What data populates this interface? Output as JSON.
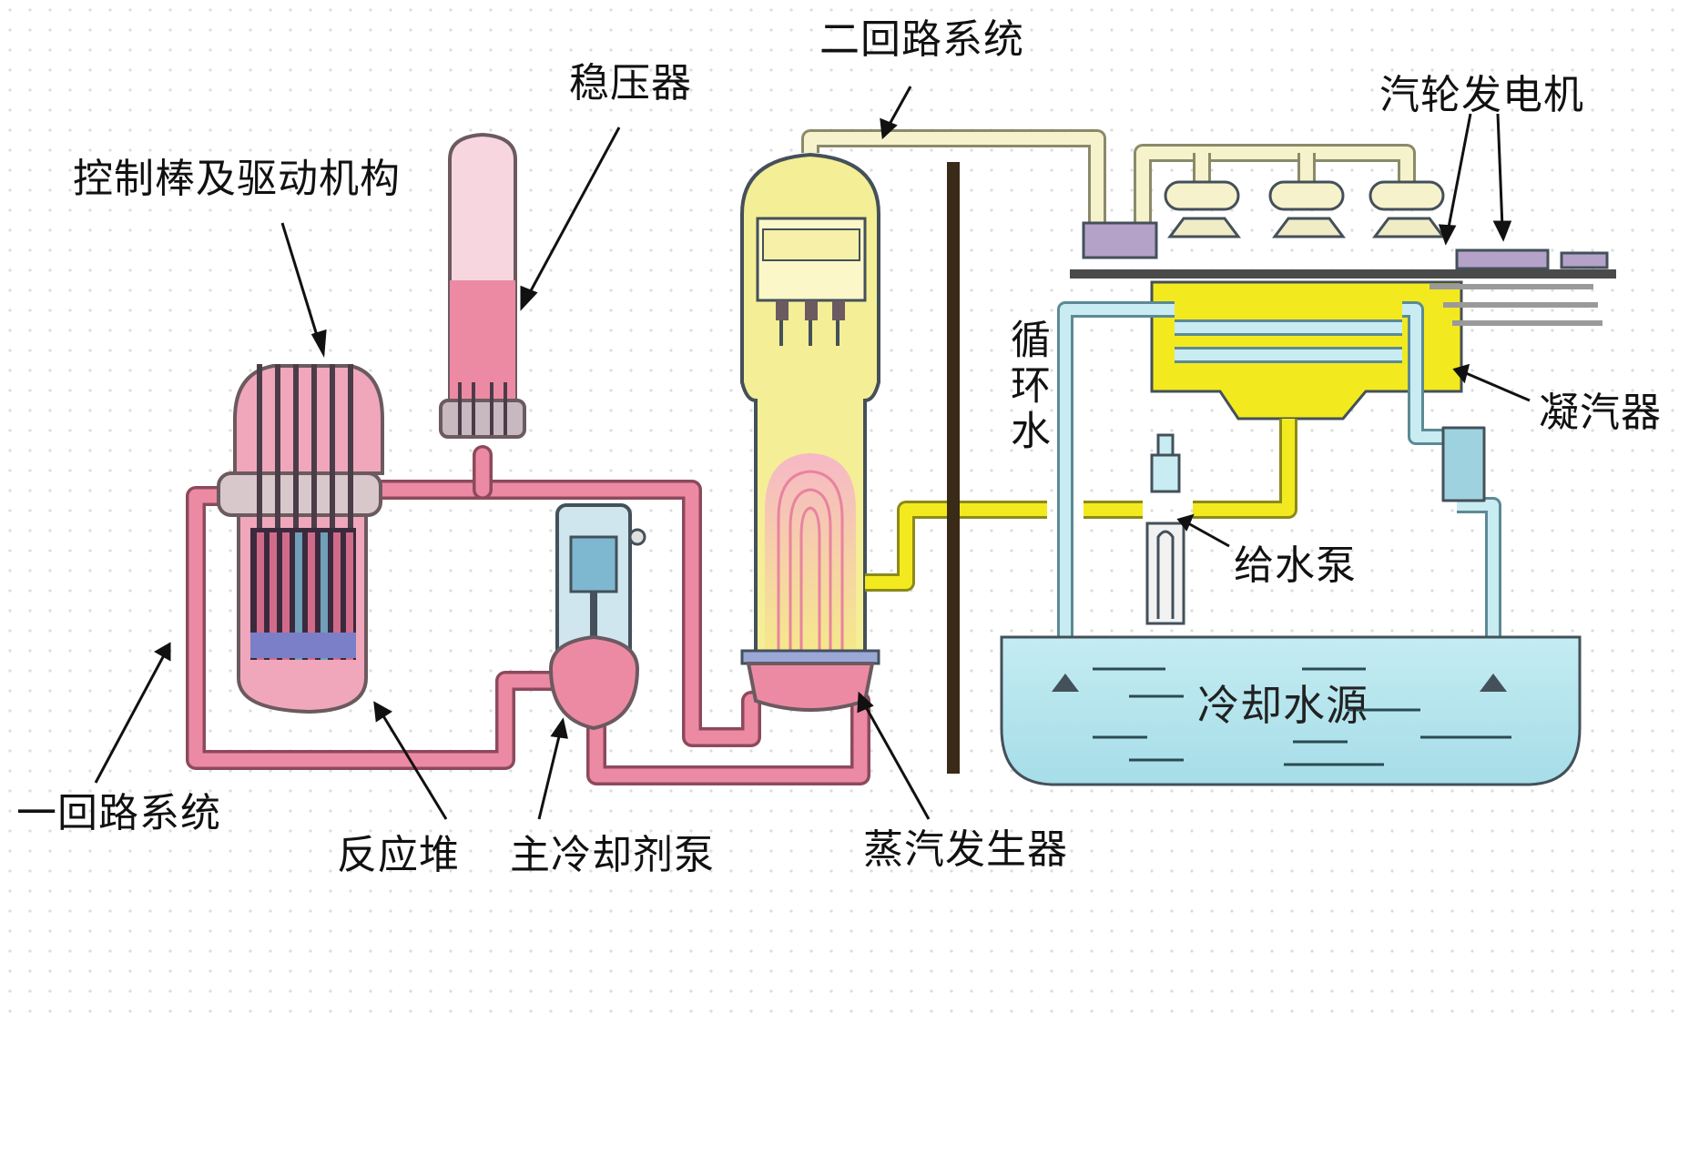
{
  "colors": {
    "primary_loop": "#e8839f",
    "primary_loop_fill": "#f0a7bb",
    "secondary_steam": "#f4f0c8",
    "secondary_feed": "#f2ea1e",
    "cooling_water": "#bfe7ef",
    "pool": "#a9e0ea",
    "wall": "#3a2a18",
    "turbine": "#b4a2c8"
  },
  "labels": {
    "control_rods": "控制棒及驱动机构",
    "pressurizer": "稳压器",
    "secondary_loop": "二回路系统",
    "turbine_generator": "汽轮发电机",
    "circulating_water": "循环水",
    "condenser": "凝汽器",
    "feed_pump": "给水泵",
    "cooling_source": "冷却水源",
    "primary_loop": "一回路系统",
    "reactor": "反应堆",
    "main_coolant_pump": "主冷却剂泵",
    "steam_generator": "蒸汽发生器"
  }
}
